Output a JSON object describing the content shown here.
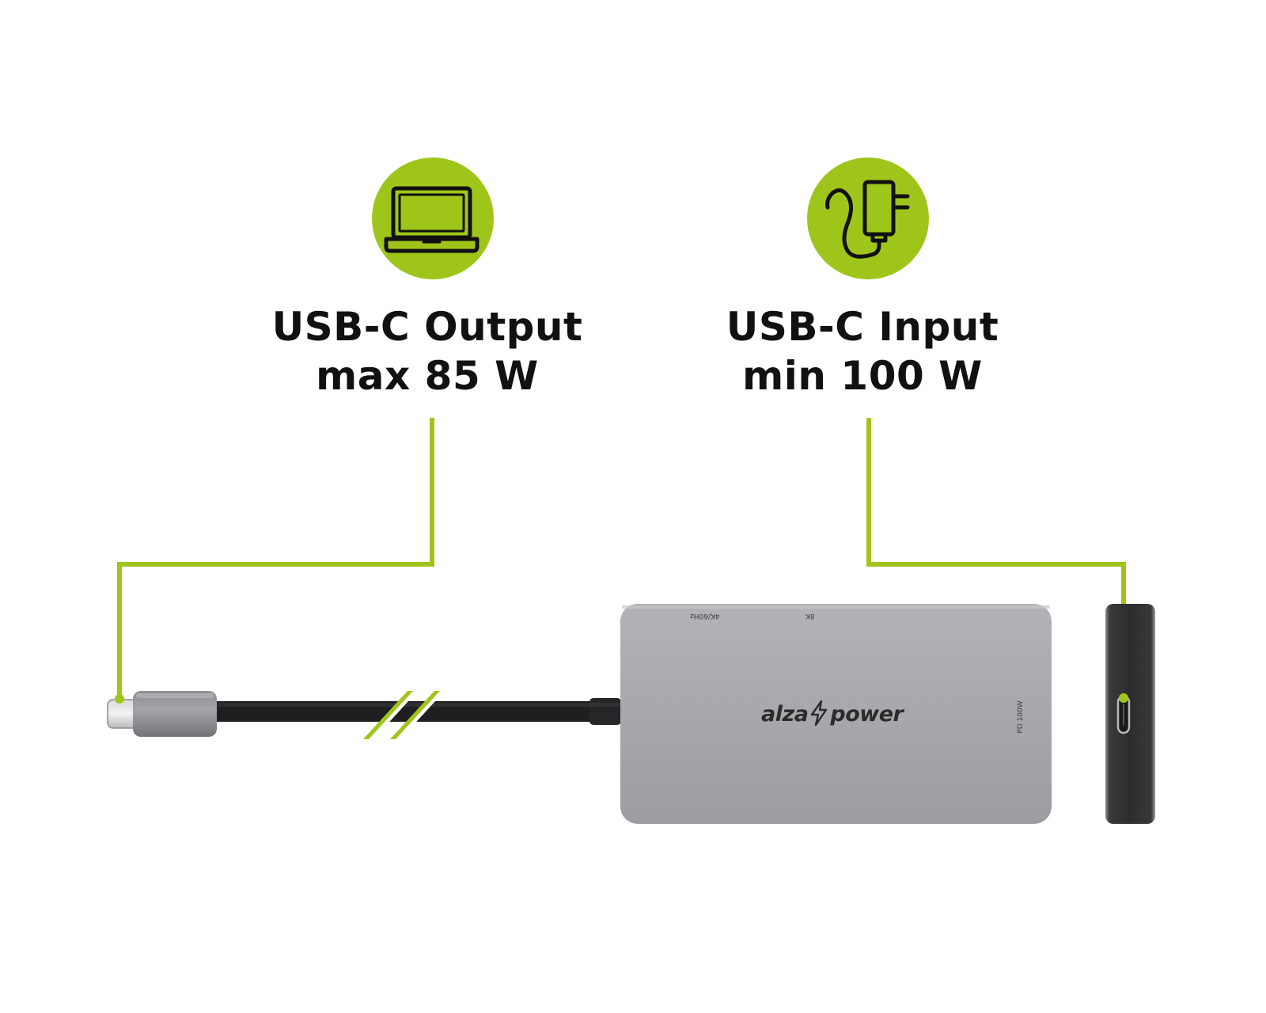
{
  "accent_color": "#a0c51a",
  "callouts": {
    "output": {
      "icon": "laptop-icon",
      "line1": "USB-C Output",
      "line2": "max 85 W"
    },
    "input": {
      "icon": "power-adapter-icon",
      "line1": "USB-C Input",
      "line2": "min 100 W"
    }
  },
  "hub": {
    "brand": {
      "left": "alza",
      "right": "power",
      "icon": "lightning-bolt-icon"
    },
    "port_labels": {
      "port_1": "4K/60Hz",
      "port_2": "8K",
      "side_port": "PD 100W"
    }
  }
}
